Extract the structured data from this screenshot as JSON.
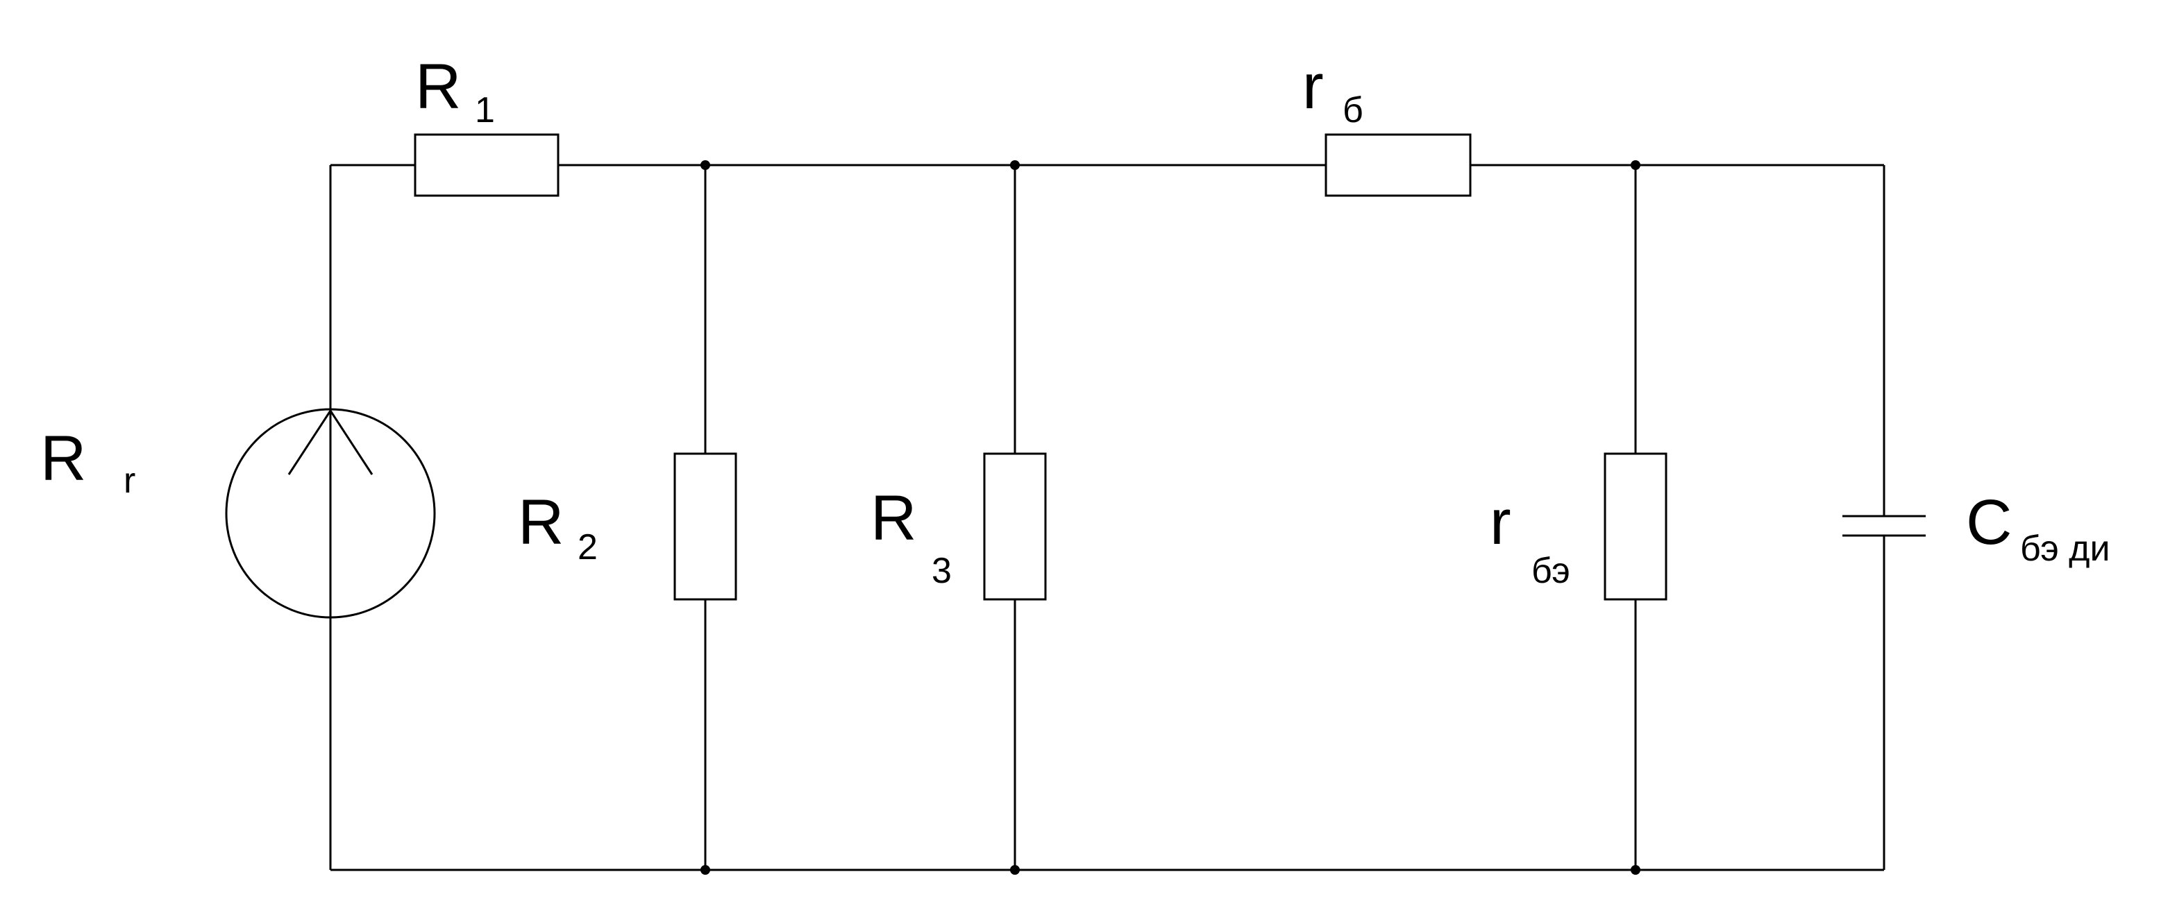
{
  "labels": {
    "source": {
      "main": "R",
      "sub": "r"
    },
    "r1": {
      "main": "R",
      "sub": "1"
    },
    "r2": {
      "main": "R",
      "sub": "2"
    },
    "r3": {
      "main": "R",
      "sub": "3"
    },
    "rb": {
      "main": "r",
      "sub": "б"
    },
    "rbe": {
      "main": "r",
      "sub": "бэ"
    },
    "cap": {
      "main": "C",
      "sub": "бэ ди"
    }
  }
}
